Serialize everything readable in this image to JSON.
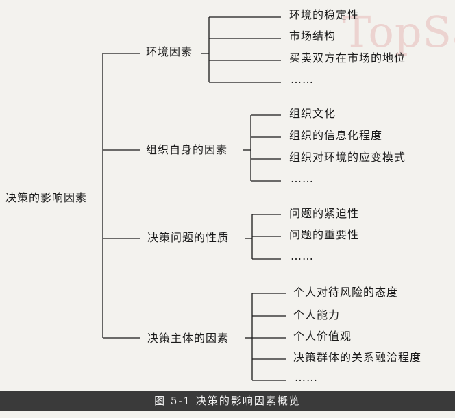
{
  "diagram": {
    "root": "决策的影响因素",
    "branches": [
      {
        "label": "环境因素",
        "items": [
          "环境的稳定性",
          "市场结构",
          "买卖双方在市场的地位",
          "……"
        ]
      },
      {
        "label": "组织自身的因素",
        "items": [
          "组织文化",
          "组织的信息化程度",
          "组织对环境的应变模式",
          "……"
        ]
      },
      {
        "label": "决策问题的性质",
        "items": [
          "问题的紧迫性",
          "问题的重要性",
          "……"
        ]
      },
      {
        "label": "决策主体的因素",
        "items": [
          "个人对待风险的态度",
          "个人能力",
          "个人价值观",
          "决策群体的关系融洽程度",
          "……"
        ]
      }
    ]
  },
  "caption": "图 5-1  决策的影响因素概览",
  "watermark": "TopSag",
  "colors": {
    "line": "#1a1a1a",
    "caption_bar": "#3a3a3a",
    "watermark": "#cd4646"
  }
}
